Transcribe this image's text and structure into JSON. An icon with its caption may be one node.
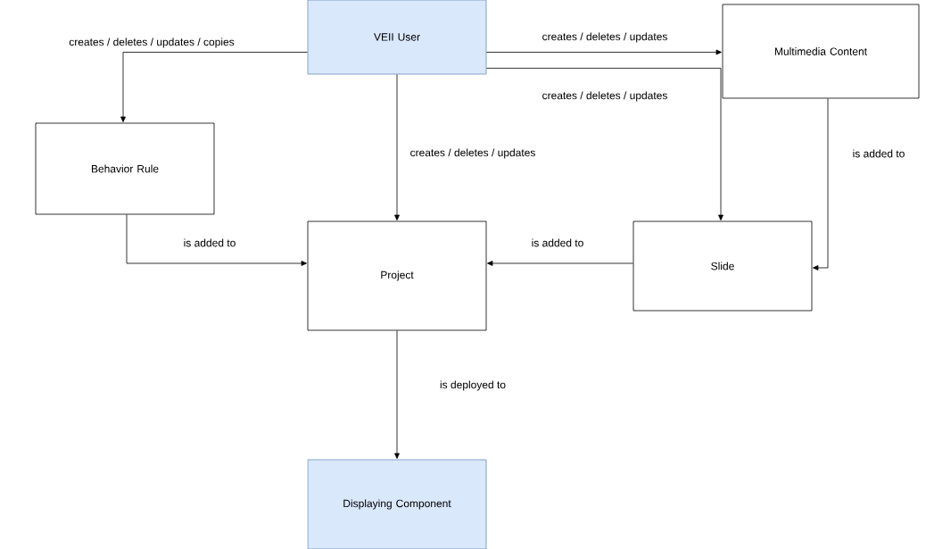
{
  "diagram": {
    "nodes": [
      {
        "text": [
          "VEII User"
        ]
      },
      {
        "text": [
          "Multimedia Content"
        ]
      },
      {
        "text": [
          "Behavior Rule"
        ]
      },
      {
        "text": [
          "Project"
        ]
      },
      {
        "text": [
          "Slide"
        ]
      },
      {
        "text": [
          "Displaying Component"
        ]
      }
    ],
    "edges": [
      {
        "from": 0,
        "to": 2,
        "arrow": "to",
        "label": "creates / deletes / updates / copies"
      },
      {
        "from": 0,
        "to": 1,
        "arrow": "to",
        "label": "creates / deletes / updates"
      },
      {
        "from": 0,
        "to": 4,
        "arrow": "to",
        "label": "creates / deletes / updates"
      },
      {
        "from": 0,
        "to": 3,
        "arrow": "to",
        "label": "creates / deletes / updates"
      },
      {
        "from": 1,
        "to": 4,
        "arrow": "to",
        "label": "is added to"
      },
      {
        "from": 2,
        "to": 3,
        "arrow": "to",
        "label": "is added to"
      },
      {
        "from": 4,
        "to": 3,
        "arrow": "to",
        "label": "is added to"
      },
      {
        "from": 3,
        "to": 5,
        "arrow": "to",
        "label": "is deployed to"
      }
    ]
  }
}
